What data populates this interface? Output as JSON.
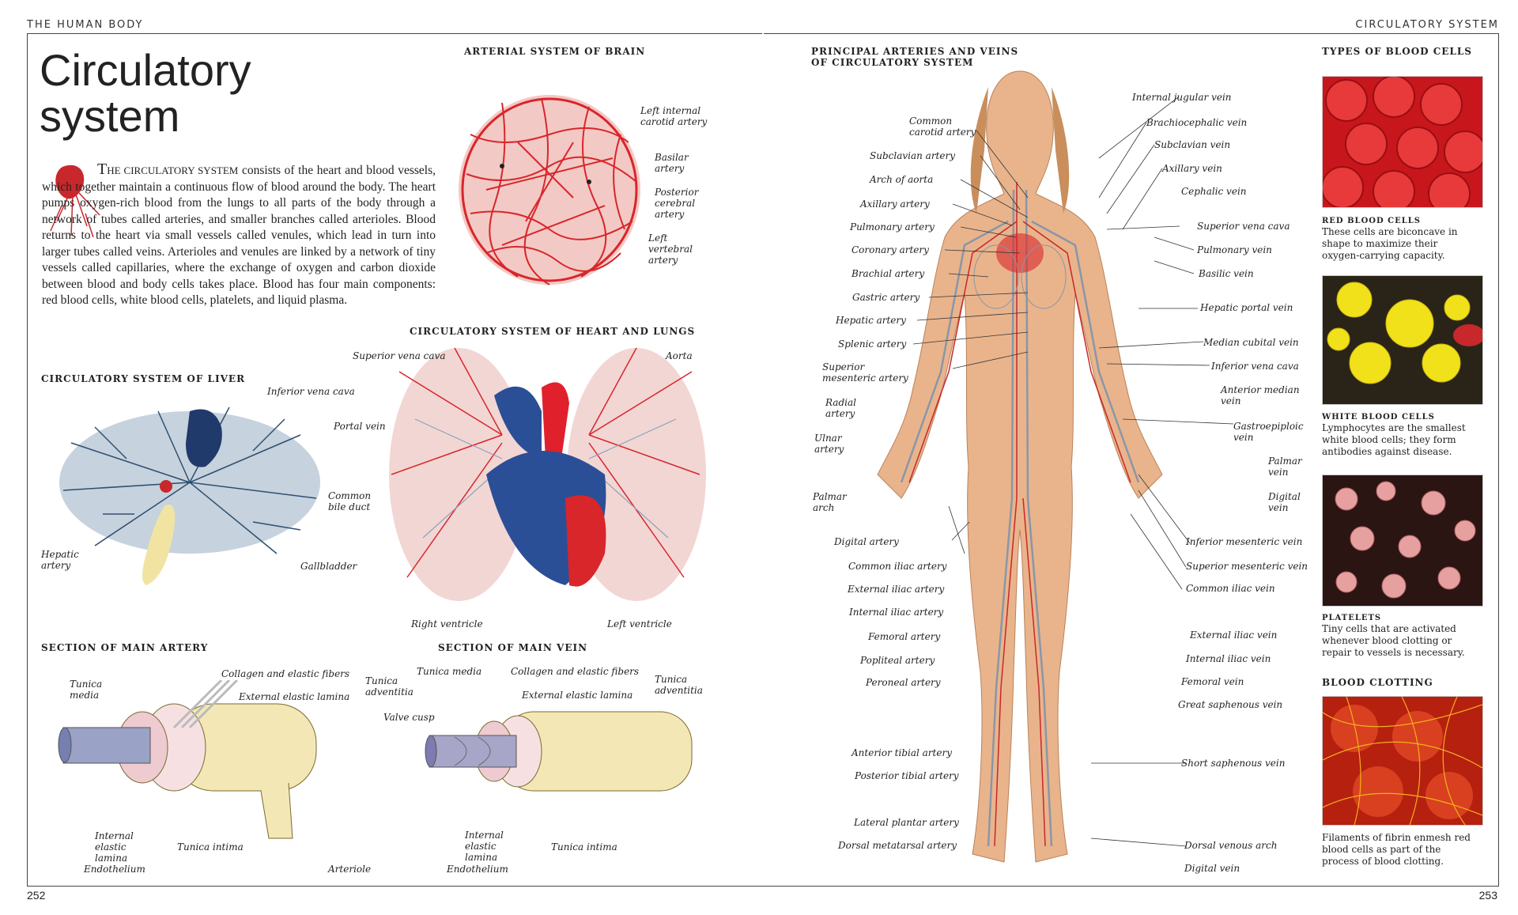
{
  "header": {
    "left": "THE HUMAN BODY",
    "right": "CIRCULATORY SYSTEM"
  },
  "title_line1": "Circulatory",
  "title_line2": "system",
  "intro": {
    "dropcap": "T",
    "smallcaps": "HE CIRCULATORY SYSTEM",
    "text": " consists of the heart and blood vessels, which together maintain a continuous flow of blood around the body. The heart pumps oxygen-rich blood from the lungs to all parts of the body through a network of tubes called arteries, and smaller branches called arterioles. Blood returns to the heart via small vessels called venules, which lead in turn into larger tubes called veins. Arterioles and venules are linked by a network of tiny vessels called capillaries, where the exchange of oxygen and carbon dioxide between blood and body cells takes place. Blood has four main components: red blood cells, white blood cells, platelets, and liquid plasma."
  },
  "brain": {
    "heading": "ARTERIAL SYSTEM OF BRAIN",
    "labels": [
      "Left internal carotid artery",
      "Basilar artery",
      "Posterior cerebral artery",
      "Left vertebral artery"
    ]
  },
  "liver": {
    "heading": "CIRCULATORY SYSTEM OF LIVER",
    "labels": [
      "Inferior vena cava",
      "Portal vein",
      "Common bile duct",
      "Hepatic artery",
      "Gallbladder"
    ]
  },
  "heart": {
    "heading": "CIRCULATORY SYSTEM OF HEART AND LUNGS",
    "labels": [
      "Superior vena cava",
      "Aorta",
      "Right ventricle",
      "Left ventricle"
    ]
  },
  "artery": {
    "heading": "SECTION OF MAIN ARTERY",
    "labels": [
      "Tunica media",
      "Collagen and elastic fibers",
      "External elastic lamina",
      "Tunica adventitia",
      "Internal elastic lamina",
      "Tunica intima",
      "Endothelium",
      "Arteriole"
    ]
  },
  "vein": {
    "heading": "SECTION OF MAIN VEIN",
    "labels": [
      "Tunica media",
      "Collagen and elastic fibers",
      "External elastic lamina",
      "Tunica adventitia",
      "Valve cusp",
      "Internal elastic lamina",
      "Tunica intima",
      "Endothelium"
    ]
  },
  "body": {
    "heading1": "PRINCIPAL ARTERIES AND VEINS",
    "heading2": "OF CIRCULATORY SYSTEM",
    "left_labels": [
      "Common carotid artery",
      "Subclavian artery",
      "Arch of aorta",
      "Axillary artery",
      "Pulmonary artery",
      "Coronary artery",
      "Brachial artery",
      "Gastric artery",
      "Hepatic artery",
      "Splenic artery",
      "Superior mesenteric artery",
      "Radial artery",
      "Ulnar artery",
      "Palmar arch",
      "Digital artery",
      "Common iliac artery",
      "External iliac artery",
      "Internal iliac artery",
      "Femoral artery",
      "Popliteal artery",
      "Peroneal artery",
      "Anterior tibial artery",
      "Posterior tibial artery",
      "Lateral plantar artery",
      "Dorsal metatarsal artery"
    ],
    "right_labels": [
      "Internal jugular vein",
      "Brachiocephalic vein",
      "Subclavian vein",
      "Axillary vein",
      "Cephalic vein",
      "Superior vena cava",
      "Pulmonary vein",
      "Basilic vein",
      "Hepatic portal vein",
      "Median cubital vein",
      "Inferior vena cava",
      "Anterior median vein",
      "Gastroepiploic vein",
      "Palmar vein",
      "Digital vein",
      "Inferior mesenteric vein",
      "Superior mesenteric vein",
      "Common iliac vein",
      "External iliac vein",
      "Internal iliac vein",
      "Femoral vein",
      "Great saphenous vein",
      "Short saphenous vein",
      "Dorsal venous arch",
      "Digital vein"
    ]
  },
  "cells": {
    "heading": "TYPES OF BLOOD CELLS",
    "red_title": "RED BLOOD CELLS",
    "red_text": "These cells are biconcave in shape to maximize their oxygen-carrying capacity.",
    "white_title": "WHITE BLOOD CELLS",
    "white_text": "Lymphocytes are the smallest white blood cells; they form antibodies against disease.",
    "platelets_title": "PLATELETS",
    "platelets_text": "Tiny cells that are activated whenever blood clotting or repair to vessels is necessary.",
    "clotting_heading": "BLOOD CLOTTING",
    "clotting_text": "Filaments of fibrin enmesh red blood cells as part of the process of blood clotting."
  },
  "page_left": "252",
  "page_right": "253"
}
